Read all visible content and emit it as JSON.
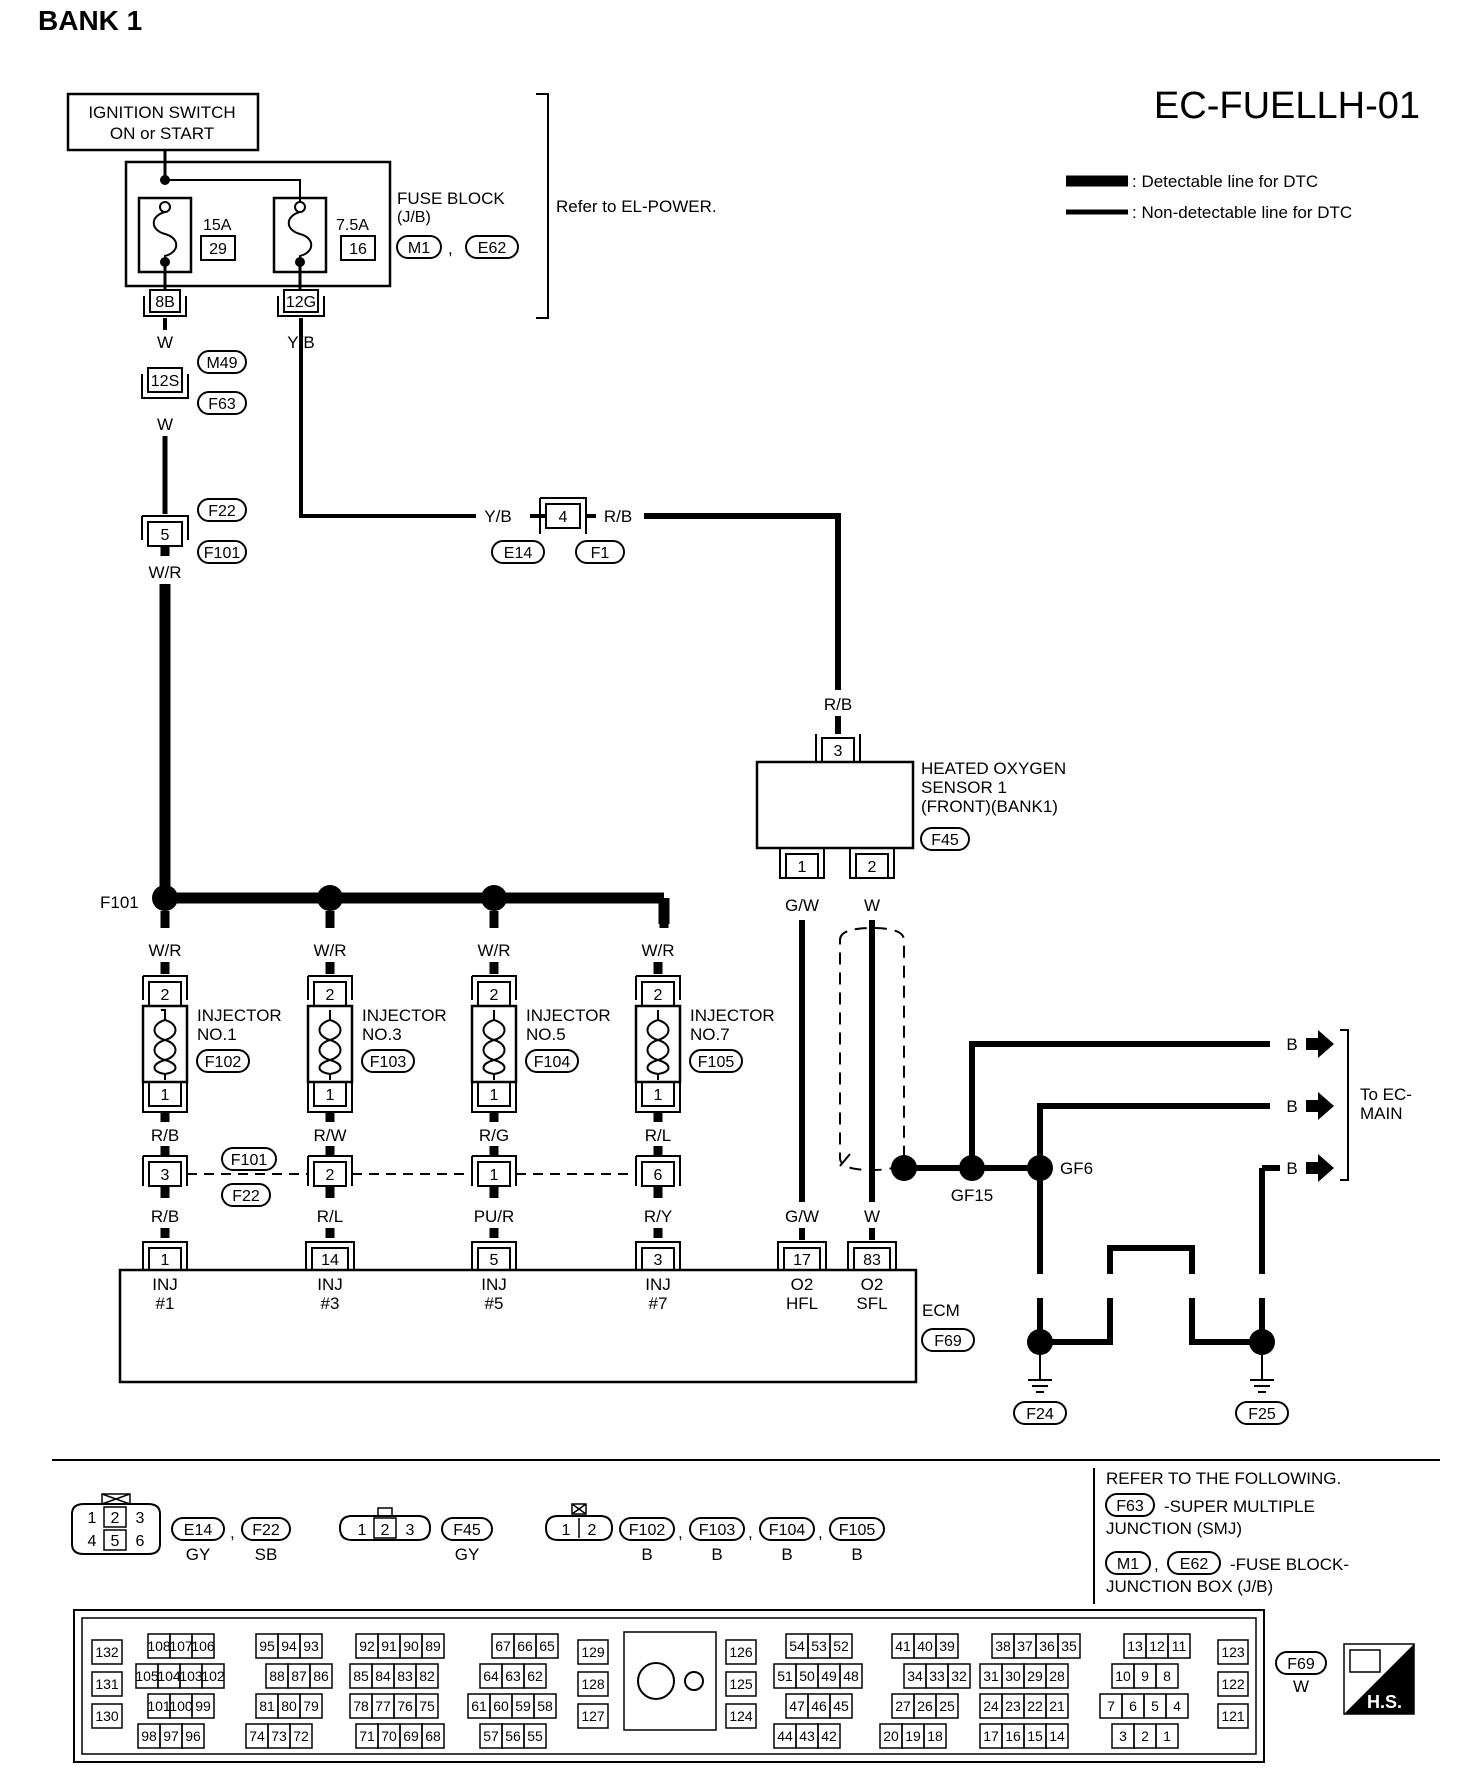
{
  "page_title": "BANK 1",
  "diagram_id": "EC-FUELLH-01",
  "legend": {
    "detectable": ": Detectable line for DTC",
    "non_detectable": ": Non-detectable line for DTC"
  },
  "ignition": {
    "line1": "IGNITION SWITCH",
    "line2": "ON or START"
  },
  "fuse_block": {
    "title": "FUSE BLOCK",
    "subtitle": "(J/B)",
    "refs": [
      "M1",
      "E62"
    ],
    "fuses": [
      {
        "amps": "15A",
        "number": "29",
        "connector": "8B",
        "wire": "W"
      },
      {
        "amps": "7.5A",
        "number": "16",
        "connector": "12G",
        "wire": "Y/B"
      }
    ],
    "note": "Refer to EL-POWER."
  },
  "conn_12s": {
    "pin": "12S",
    "refs": [
      "M49",
      "F63"
    ],
    "wire_below": "W"
  },
  "conn_5": {
    "pin": "5",
    "refs": [
      "F22",
      "F101"
    ],
    "wire_below": "W/R"
  },
  "conn_4": {
    "pin": "4",
    "wire_left": "Y/B",
    "wire_right": "R/B",
    "refs": [
      "E14",
      "F1"
    ]
  },
  "hos": {
    "wire_top": "R/B",
    "pin_top": "3",
    "name": [
      "HEATED OXYGEN",
      "SENSOR 1",
      "(FRONT)(BANK1)"
    ],
    "ref": "F45",
    "pins": [
      "1",
      "2"
    ],
    "wires": [
      "G/W",
      "W"
    ]
  },
  "splice": "F101",
  "injectors": [
    {
      "name": "INJECTOR",
      "no": "NO.1",
      "ref": "F102",
      "top_wire": "W/R",
      "pin_top": "2",
      "pin_bottom": "1",
      "wire_mid": "R/B",
      "jpin": "3",
      "wire_low": "R/B",
      "ecm_pin": "1",
      "ecm_label": [
        "INJ",
        "#1"
      ]
    },
    {
      "name": "INJECTOR",
      "no": "NO.3",
      "ref": "F103",
      "top_wire": "W/R",
      "pin_top": "2",
      "pin_bottom": "1",
      "wire_mid": "R/W",
      "jpin": "2",
      "wire_low": "R/L",
      "ecm_pin": "14",
      "ecm_label": [
        "INJ",
        "#3"
      ]
    },
    {
      "name": "INJECTOR",
      "no": "NO.5",
      "ref": "F104",
      "top_wire": "W/R",
      "pin_top": "2",
      "pin_bottom": "1",
      "wire_mid": "R/G",
      "jpin": "1",
      "wire_low": "PU/R",
      "ecm_pin": "5",
      "ecm_label": [
        "INJ",
        "#5"
      ]
    },
    {
      "name": "INJECTOR",
      "no": "NO.7",
      "ref": "F105",
      "top_wire": "W/R",
      "pin_top": "2",
      "pin_bottom": "1",
      "wire_mid": "R/L",
      "jpin": "6",
      "wire_low": "R/Y",
      "ecm_pin": "3",
      "ecm_label": [
        "INJ",
        "#7"
      ]
    }
  ],
  "joint_refs": [
    "F101",
    "F22"
  ],
  "ecm": {
    "name": "ECM",
    "ref": "F69",
    "o2": [
      {
        "wire": "G/W",
        "pin": "17",
        "label": [
          "O2",
          "HFL"
        ]
      },
      {
        "wire": "W",
        "pin": "83",
        "label": [
          "O2",
          "SFL"
        ]
      }
    ]
  },
  "ground": {
    "gf15": "GF15",
    "gf6": "GF6",
    "to_main_wire": "B",
    "to_main": [
      "To EC-",
      "MAIN"
    ],
    "wires": [
      "B",
      "B",
      "B",
      "B"
    ],
    "grounds": [
      "F24",
      "F25"
    ]
  },
  "connectors_ref": {
    "six_pin_nums": [
      "1",
      "2",
      "3",
      "4",
      "5",
      "6"
    ],
    "six_pin_refs": [
      "E14",
      "F22"
    ],
    "six_pin_colors": [
      "GY",
      "SB"
    ],
    "three_pin_nums": [
      "1",
      "2",
      "3"
    ],
    "three_pin_ref": "F45",
    "three_pin_color": "GY",
    "two_pin_nums": [
      "1",
      "2"
    ],
    "two_pin_refs": [
      "F102",
      "F103",
      "F104",
      "F105"
    ],
    "two_pin_colors": [
      "B",
      "B",
      "B",
      "B"
    ]
  },
  "refer": {
    "title": "REFER TO THE FOLLOWING.",
    "smj_ref": "F63",
    "smj_text": [
      "-SUPER MULTIPLE",
      "JUNCTION (SMJ)"
    ],
    "jb_refs": [
      "M1",
      "E62"
    ],
    "jb_text": [
      "-FUSE BLOCK-",
      "JUNCTION BOX (J/B)"
    ]
  },
  "ecm_connector": {
    "ref": "F69",
    "color": "W",
    "badge": "H.S.",
    "left_col": [
      "132",
      "131",
      "130"
    ],
    "group1": [
      [
        "108",
        "107",
        "106"
      ],
      [
        "105",
        "104",
        "103",
        "102"
      ],
      [
        "101",
        "100",
        "99"
      ],
      [
        "98",
        "97",
        "96"
      ]
    ],
    "group2": [
      [
        "95",
        "94",
        "93"
      ],
      [
        "88",
        "87",
        "86"
      ],
      [
        "81",
        "80",
        "79"
      ],
      [
        "74",
        "73",
        "72"
      ]
    ],
    "group3": [
      [
        "92",
        "91",
        "90",
        "89"
      ],
      [
        "85",
        "84",
        "83",
        "82"
      ],
      [
        "78",
        "77",
        "76",
        "75"
      ],
      [
        "71",
        "70",
        "69",
        "68"
      ]
    ],
    "group4": [
      [
        "67",
        "66",
        "65"
      ],
      [
        "64",
        "63",
        "62"
      ],
      [
        "61",
        "60",
        "59",
        "58"
      ],
      [
        "57",
        "56",
        "55"
      ]
    ],
    "mid_left": [
      "129",
      "128",
      "127"
    ],
    "mid_right": [
      "126",
      "125",
      "124"
    ],
    "group5": [
      [
        "54",
        "53",
        "52"
      ],
      [
        "51",
        "50",
        "49",
        "48"
      ],
      [
        "47",
        "46",
        "45"
      ],
      [
        "44",
        "43",
        "42"
      ]
    ],
    "group6": [
      [
        "41",
        "40",
        "39"
      ],
      [
        "34",
        "33",
        "32"
      ],
      [
        "27",
        "26",
        "25"
      ],
      [
        "20",
        "19",
        "18"
      ]
    ],
    "group7": [
      [
        "38",
        "37",
        "36",
        "35"
      ],
      [
        "31",
        "30",
        "29",
        "28"
      ],
      [
        "24",
        "23",
        "22",
        "21"
      ],
      [
        "17",
        "16",
        "15",
        "14"
      ]
    ],
    "group8": [
      [
        "13",
        "12",
        "11"
      ],
      [
        "10",
        "9",
        "8"
      ],
      [
        "7",
        "6",
        "5",
        "4"
      ],
      [
        "3",
        "2",
        "1"
      ]
    ],
    "right_col": [
      "123",
      "122",
      "121"
    ]
  }
}
